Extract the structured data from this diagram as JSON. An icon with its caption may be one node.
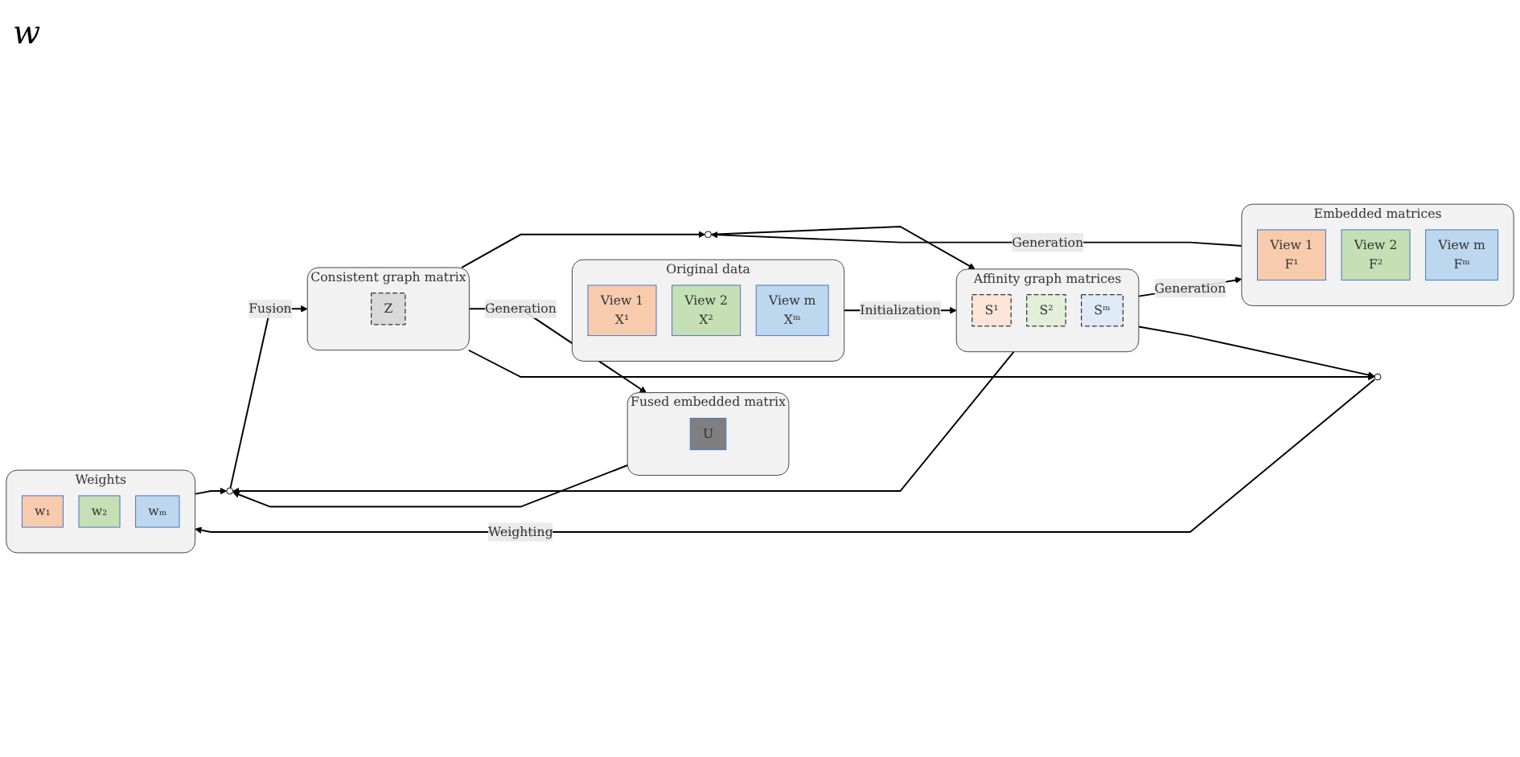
{
  "diagram": {
    "nodes": [
      {
        "text": [
          "Original data"
        ]
      },
      {
        "text": [
          "View 1",
          "X¹"
        ],
        "in": 0
      },
      {
        "text": [
          "View 2",
          "X²"
        ],
        "in": 0
      },
      {
        "text": [
          "View m",
          "Xᵐ"
        ],
        "in": 0
      },
      {
        "text": [
          "Embedded matrices"
        ]
      },
      {
        "text": [
          "View 1",
          "F¹"
        ],
        "in": 4
      },
      {
        "text": [
          "View 2",
          "F²"
        ],
        "in": 4
      },
      {
        "text": [
          "View m",
          "Fᵐ"
        ],
        "in": 4
      },
      {
        "text": [],
        "shape": "circle"
      },
      {
        "text": [
          "Affinity graph matrices"
        ]
      },
      {
        "text": [
          "S¹"
        ],
        "in": 9
      },
      {
        "text": [
          "S²"
        ],
        "in": 9
      },
      {
        "text": [
          "Sᵐ"
        ],
        "in": 9
      },
      {
        "text": [
          "Fused embedded matrix"
        ]
      },
      {
        "text": [
          "U"
        ],
        "in": 13
      },
      {
        "text": [],
        "shape": "circle"
      },
      {
        "text": [
          "Consistent graph matrix"
        ]
      },
      {
        "text": [
          "Z"
        ],
        "in": 16
      },
      {
        "text": [
          "Weights"
        ]
      },
      {
        "text": [
          "w₁"
        ],
        "in": 18
      },
      {
        "text": [
          "w₂"
        ],
        "in": 18
      },
      {
        "text": [
          "wₘ"
        ],
        "in": 18
      },
      {
        "text": [],
        "shape": "circle"
      }
    ],
    "edges": [
      {
        "from": 0,
        "to": 9,
        "arrow": "to",
        "label": "Initialization"
      },
      {
        "from": 9,
        "to": 4,
        "arrow": "to",
        "label": "Generation"
      },
      {
        "from": 4,
        "to": 8,
        "arrow": "to",
        "label": "Generation"
      },
      {
        "from": 8,
        "to": 9,
        "arrow": "to"
      },
      {
        "from": 16,
        "to": 8,
        "arrow": "to"
      },
      {
        "from": 9,
        "to": 15,
        "arrow": "to"
      },
      {
        "from": 13,
        "to": 15,
        "arrow": "to"
      },
      {
        "from": 18,
        "to": 15,
        "arrow": "to"
      },
      {
        "from": 15,
        "to": 16,
        "arrow": "to",
        "label": "Fusion"
      },
      {
        "from": 16,
        "to": 13,
        "arrow": "to",
        "label": "Generation"
      },
      {
        "from": 16,
        "to": 22,
        "arrow": "to"
      },
      {
        "from": 9,
        "to": 22,
        "arrow": "to"
      },
      {
        "from": 22,
        "to": 18,
        "arrow": "to",
        "label": "Weighting"
      }
    ],
    "labels": [
      "w"
    ]
  }
}
